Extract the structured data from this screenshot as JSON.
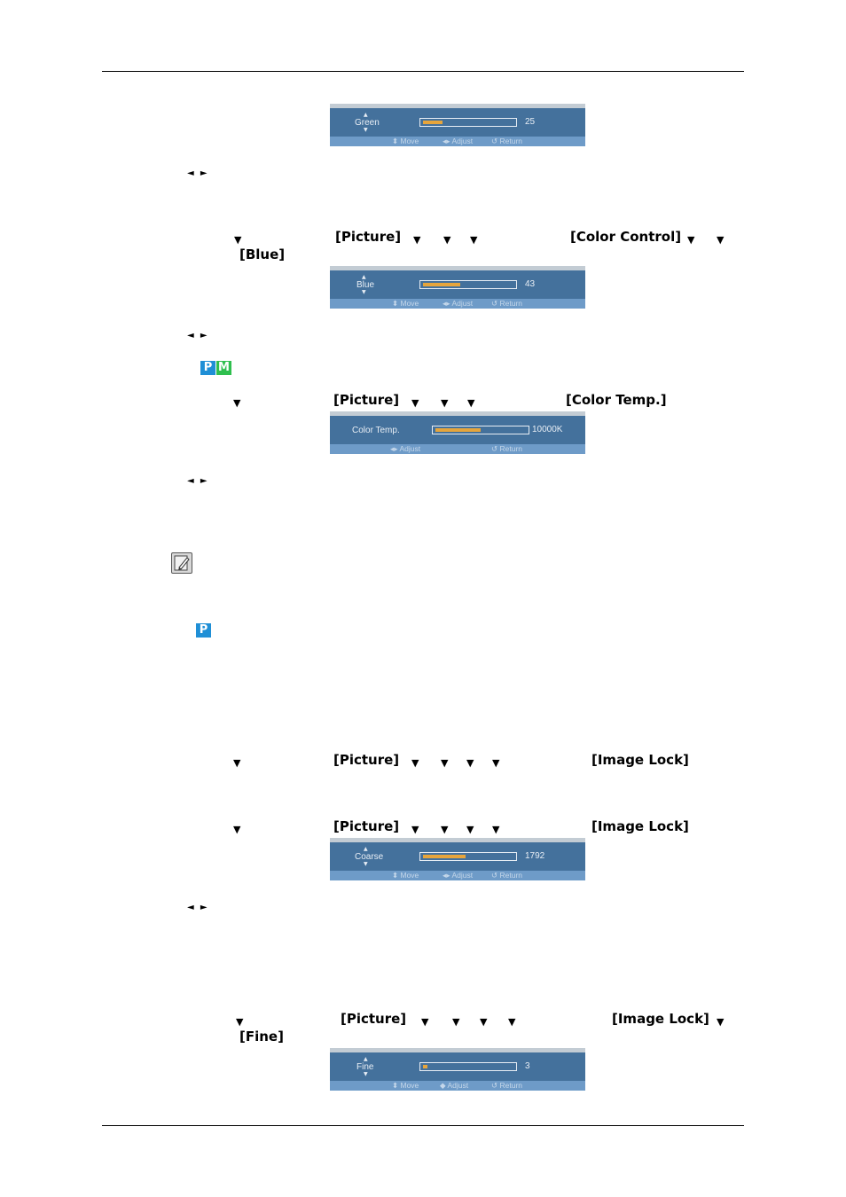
{
  "arrows": {
    "left_right": "◄ ►",
    "down": "▼"
  },
  "osd_footer": {
    "move": "Move",
    "adjust": "Adjust",
    "return": "Return"
  },
  "green_osd": {
    "label": "Green",
    "value": "25",
    "level_fraction": 0.22
  },
  "blue_osd": {
    "label": "Blue",
    "value": "43",
    "level_fraction": 0.41
  },
  "color_temp_osd": {
    "label": "Color Temp.",
    "value": "10000K",
    "level_fraction": 0.5
  },
  "coarse_osd": {
    "label": "Coarse",
    "value": "1792",
    "level_fraction": 0.47
  },
  "fine_osd": {
    "label": "Fine",
    "value": "3",
    "level_fraction": 0.05
  },
  "blue_steps": {
    "picture": "[Picture]",
    "color_control": "[Color Control]",
    "blue": "[Blue]"
  },
  "color_temp_steps": {
    "picture": "[Picture]",
    "color_temp": "[Color Temp.]"
  },
  "image_lock_steps": {
    "picture": "[Picture]",
    "image_lock": "[Image Lock]"
  },
  "coarse_steps": {
    "picture": "[Picture]",
    "image_lock": "[Image Lock]"
  },
  "fine_steps": {
    "picture": "[Picture]",
    "image_lock": "[Image Lock]",
    "fine": "[Fine]"
  },
  "badges": {
    "p": "P",
    "m": "M",
    "p_only": "P"
  },
  "colors": {
    "osd_body": "#44719c",
    "osd_footer": "#6e9bc8",
    "slider_fill": "#e6a53c",
    "badge_p": "#1f8fd6",
    "badge_m": "#2fbf4e"
  }
}
